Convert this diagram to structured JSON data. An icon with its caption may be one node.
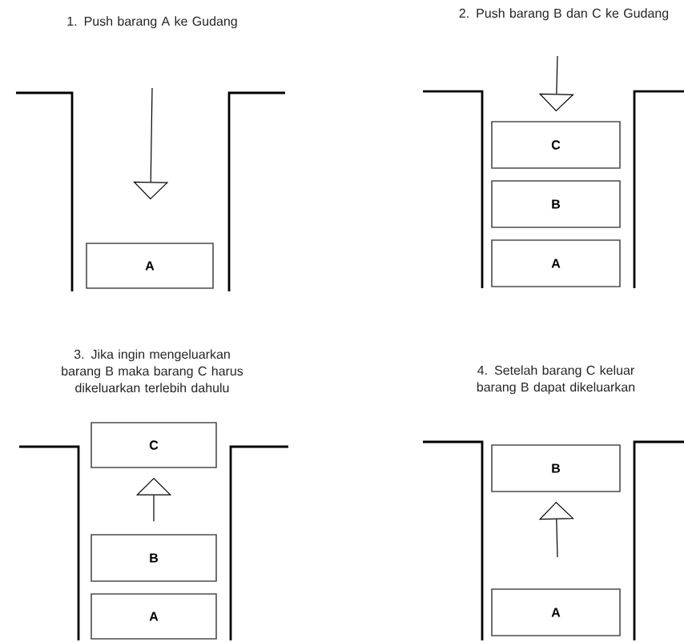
{
  "diagram": {
    "nodes": [
      {
        "text": [
          "A"
        ]
      },
      {
        "text": [
          "C"
        ]
      },
      {
        "text": [
          "B"
        ]
      },
      {
        "text": [
          "A"
        ]
      },
      {
        "text": [
          "C"
        ]
      },
      {
        "text": [
          "B"
        ]
      },
      {
        "text": [
          "A"
        ]
      },
      {
        "text": [
          "B"
        ]
      },
      {
        "text": [
          "A"
        ]
      }
    ],
    "edges": [
      {
        "from": null,
        "to": 0,
        "arrow": "to"
      },
      {
        "from": null,
        "to": 1,
        "arrow": "to"
      },
      {
        "from": 5,
        "to": 4,
        "arrow": "to"
      },
      {
        "from": null,
        "to": 7,
        "arrow": "to"
      }
    ],
    "labels": [
      "1. Push barang A ke Gudang",
      "2. Push barang B dan C ke Gudang",
      "3. Jika ingin mengeluarkan barang B maka barang C harus dikeluarkan terlebih dahulu",
      "4. Setelah barang C keluar barang B dapat dikeluarkan"
    ]
  }
}
